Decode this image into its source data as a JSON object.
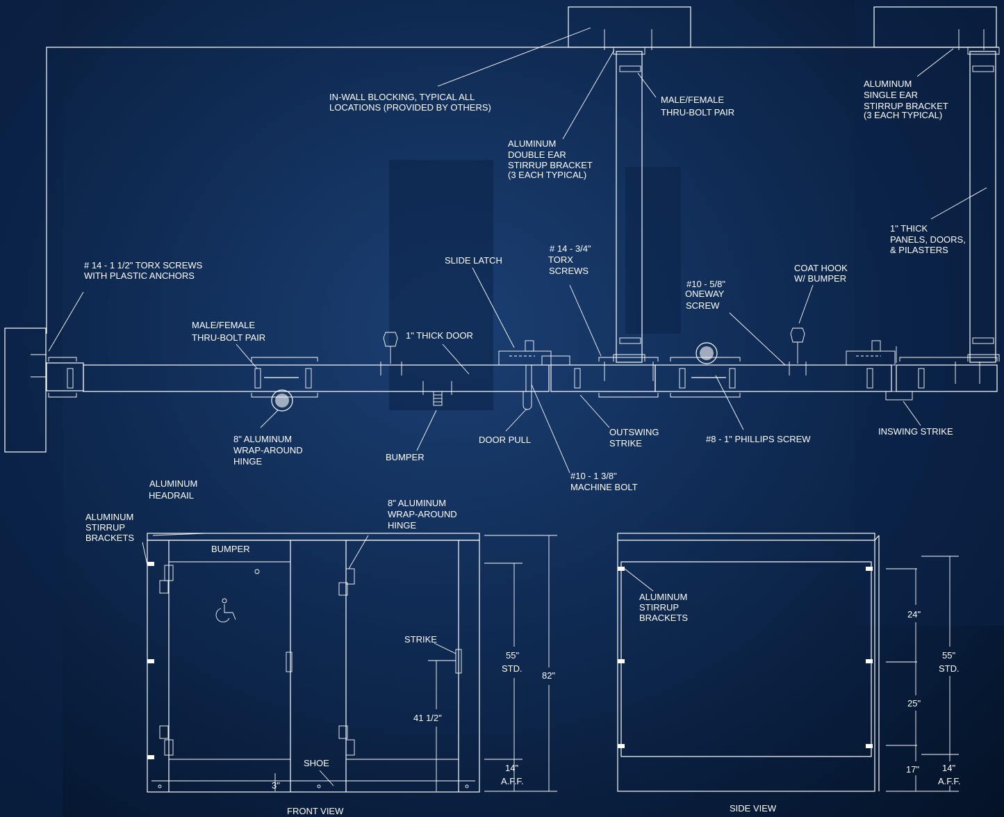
{
  "colors": {
    "line": "#ffffff",
    "background": "#0f2a52"
  },
  "plan": {
    "labels": {
      "in_wall_blocking": [
        "IN-WALL BLOCKING, TYPICAL ALL",
        "LOCATIONS (PROVIDED BY OTHERS)"
      ],
      "male_female_top": [
        "MALE/FEMALE",
        "THRU-BOLT PAIR"
      ],
      "double_ear": [
        "ALUMINUM",
        "DOUBLE EAR",
        "STIRRUP BRACKET",
        "(3 EACH TYPICAL)"
      ],
      "single_ear": [
        "ALUMINUM",
        "SINGLE EAR",
        "STIRRUP BRACKET",
        "(3 EACH TYPICAL)"
      ],
      "thick_panels": [
        "1\" THICK",
        "PANELS, DOORS,",
        "& PILASTERS"
      ],
      "torx_screws_1_5": [
        "# 14 - 1 1/2\" TORX SCREWS",
        "WITH PLASTIC ANCHORS"
      ],
      "male_female_bottom": [
        "MALE/FEMALE",
        "THRU-BOLT PAIR"
      ],
      "slide_latch": [
        "SLIDE LATCH"
      ],
      "thick_door": [
        "1\" THICK DOOR"
      ],
      "torx_screws_3_4": [
        "# 14 - 3/4\"",
        "TORX",
        "SCREWS"
      ],
      "oneway_screw": [
        "#10 - 5/8\"",
        "ONEWAY",
        "SCREW"
      ],
      "coat_hook": [
        "COAT HOOK",
        "W/ BUMPER"
      ],
      "hinge": [
        "8\" ALUMINUM",
        "WRAP-AROUND",
        "HINGE"
      ],
      "bumper": [
        "BUMPER"
      ],
      "door_pull": [
        "DOOR PULL"
      ],
      "outswing_strike": [
        "OUTSWING",
        "STRIKE"
      ],
      "phillips_screw": [
        "#8 - 1\" PHILLIPS SCREW"
      ],
      "inswing_strike": [
        "INSWING STRIKE"
      ],
      "machine_bolt": [
        "#10 - 1 3/8\"",
        "MACHINE BOLT"
      ]
    }
  },
  "front_view": {
    "title": "FRONT VIEW",
    "labels": {
      "headrail": [
        "ALUMINUM",
        "HEADRAIL"
      ],
      "stirrup": [
        "ALUMINUM",
        "STIRRUP",
        "BRACKETS"
      ],
      "hinge": [
        "8\" ALUMINUM",
        "WRAP-AROUND",
        "HINGE"
      ],
      "bumper": "BUMPER",
      "strike": "STRIKE",
      "shoe": "SHOE",
      "dim_55": "55\"",
      "dim_std": "STD.",
      "dim_82": "82\"",
      "dim_41": "41 1/2\"",
      "dim_14": "14\"",
      "dim_aff": "A.F.F.",
      "dim_3": "3\""
    }
  },
  "side_view": {
    "title": "SIDE VIEW",
    "labels": {
      "stirrup": [
        "ALUMINUM",
        "STIRRUP",
        "BRACKETS"
      ],
      "dim_24": "24\"",
      "dim_25": "25\"",
      "dim_17": "17\"",
      "dim_55": "55\"",
      "dim_std": "STD.",
      "dim_14": "14\"",
      "dim_aff": "A.F.F."
    }
  }
}
